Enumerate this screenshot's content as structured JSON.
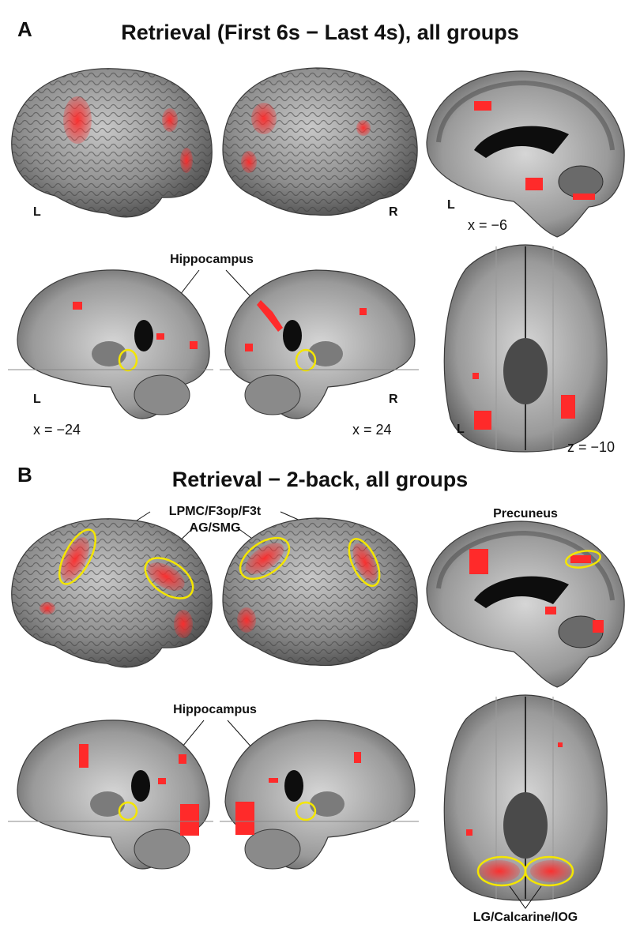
{
  "panelA": {
    "letter": "A",
    "title": "Retrieval (First 6s − Last 4s), all groups",
    "lateral_left_side": "L",
    "lateral_right_side": "R",
    "medial_side": "L",
    "medial_coord": "x = −6",
    "coronal_left_side": "L",
    "coronal_right_side": "R",
    "coronal_left_coord": "x = −24",
    "coronal_right_coord": "x = 24",
    "axial_side": "L",
    "axial_coord": "z = −10",
    "hippocampus_label": "Hippocampus"
  },
  "panelB": {
    "letter": "B",
    "title": "Retrieval − 2-back, all groups",
    "lpmc_label": "LPMC/F3op/F3t",
    "agsmg_label": "AG/SMG",
    "precuneus_label": "Precuneus",
    "hippocampus_label": "Hippocampus",
    "occipital_label": "LG/Calcarine/IOG"
  },
  "colors": {
    "activation": "#ff2a2a",
    "highlight_ellipse": "#f4e600",
    "brain_gray": "#8f8f8f",
    "background": "#ffffff"
  }
}
